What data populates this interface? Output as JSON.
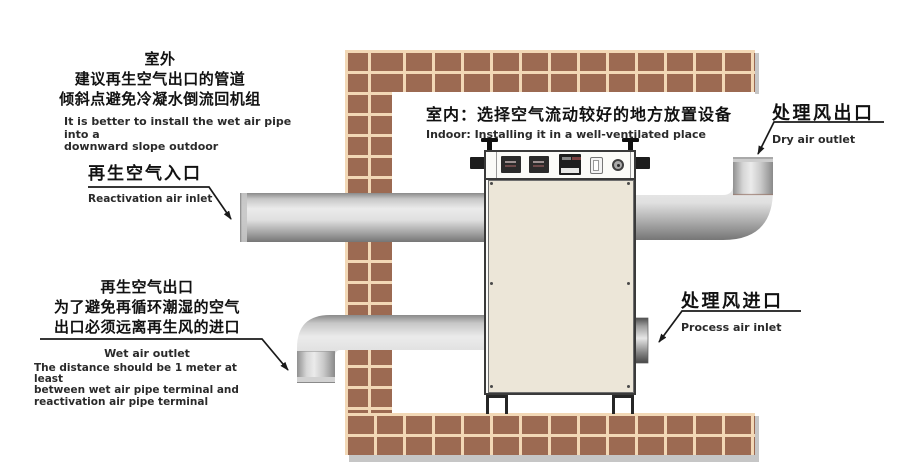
{
  "title": "Dehumidifier installation diagram",
  "colors": {
    "brick": "#9c6a52",
    "mortar": "#f2d8b6",
    "machine_panel": "#ece6d8",
    "pipe_light": "#ebebeb",
    "pipe_dark": "#767676",
    "text": "#1a1a1a",
    "background": "#ffffff"
  },
  "outdoor_note": {
    "zh1": "室外",
    "zh2": "建议再生空气出口的管道",
    "zh3": "倾斜点避免冷凝水倒流回机组",
    "en1": "It is better to install the wet air pipe into a",
    "en2": "downward slope outdoor"
  },
  "labels": {
    "reactivation_inlet": {
      "zh": "再生空气入口",
      "en": "Reactivation air inlet"
    },
    "wet_outlet": {
      "zh1": "再生空气出口",
      "zh2": "为了避免再循环潮湿的空气",
      "zh3": "出口必须远离再生风的进口",
      "en_title": "Wet air outlet",
      "en1": "The distance should be 1 meter at least",
      "en2": "between wet air pipe terminal and",
      "en3": "reactivation air pipe terminal"
    },
    "indoor": {
      "zh": "室内：选择空气流动较好的地方放置设备",
      "en": "Indoor: Installing it in a well-ventilated place"
    },
    "dry_outlet": {
      "zh": "处理风出口",
      "en": "Dry air outlet"
    },
    "process_inlet": {
      "zh": "处理风进口",
      "en": "Process air inlet"
    }
  }
}
